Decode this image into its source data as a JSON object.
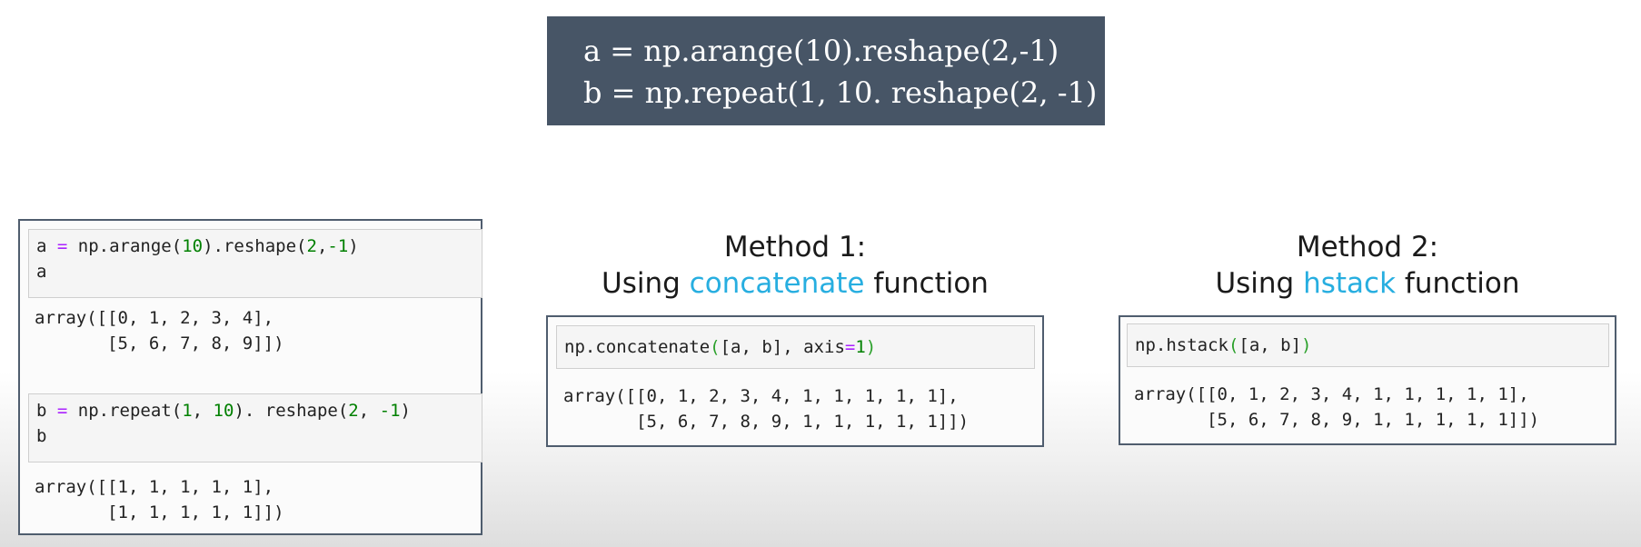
{
  "header": {
    "line1": "a = np.arange(10).reshape(2,-1)",
    "line2": "b = np.repeat(1, 10. reshape(2, -1)"
  },
  "left_panel": {
    "cell1": {
      "a_var": "a",
      "eq": "=",
      "p1": " np.arange(",
      "n1": "10",
      "p2": ").reshape(",
      "n2": "2",
      "p3": ",",
      "n3": "-1",
      "p4": ")",
      "line2": "a"
    },
    "out1": {
      "line1": "array([[0, 1, 2, 3, 4],",
      "line2": "       [5, 6, 7, 8, 9]])"
    },
    "cell2": {
      "b_var": "b",
      "eq": "=",
      "p1": " np.repeat(",
      "n1": "1",
      "p2": ", ",
      "n2": "10",
      "p3": "). reshape(",
      "n3": "2",
      "p4": ", ",
      "n4": "-1",
      "p5": ")",
      "line2": "b"
    },
    "out2": {
      "line1": "array([[1, 1, 1, 1, 1],",
      "line2": "       [1, 1, 1, 1, 1]])"
    }
  },
  "method1": {
    "title": "Method 1:",
    "using": "Using ",
    "fn": "concatenate",
    "suffix": " function",
    "code": {
      "p1": "np.concatenate",
      "b1": "(",
      "p2": "[a, b], axis",
      "eq": "=",
      "n1": "1",
      "b2": ")"
    },
    "out": {
      "line1": "array([[0, 1, 2, 3, 4, 1, 1, 1, 1, 1],",
      "line2": "       [5, 6, 7, 8, 9, 1, 1, 1, 1, 1]])"
    }
  },
  "method2": {
    "title": "Method 2:",
    "using": "Using ",
    "fn": "hstack",
    "suffix": " function",
    "code": {
      "p1": "np.hstack",
      "b1": "(",
      "p2": "[a, b]",
      "b2": ")"
    },
    "out": {
      "line1": "array([[0, 1, 2, 3, 4, 1, 1, 1, 1, 1],",
      "line2": "       [5, 6, 7, 8, 9, 1, 1, 1, 1, 1]])"
    }
  },
  "colors": {
    "header_bg": "#475566",
    "accent": "#27aee0",
    "number": "#008000",
    "operator": "#aa22ff"
  }
}
